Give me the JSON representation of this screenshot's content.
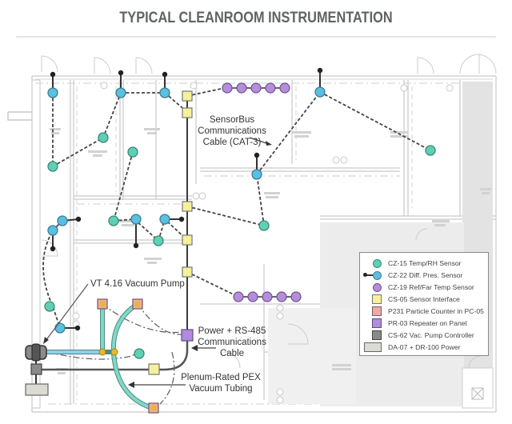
{
  "title": "TYPICAL CLEANROOM INSTRUMENTATION",
  "callouts": {
    "sensorbus": [
      "SensorBus",
      "Communications",
      "Cable (CAT-3)"
    ],
    "vacuum_pump": "VT 4.16 Vacuum Pump",
    "power_rs485": [
      "Power + RS-485",
      "Communications",
      "Cable"
    ],
    "pex": [
      "Plenum-Rated PEX",
      "Vacuum Tubing"
    ]
  },
  "legend": {
    "items": [
      {
        "id": "cz15",
        "label": "CZ-15 Temp/RH Sensor",
        "symbol": "circle",
        "color": "#5fd0b5"
      },
      {
        "id": "cz22",
        "label": "CZ-22 Diff. Pres. Sensor",
        "symbol": "circle-probe",
        "color": "#5bbfe0"
      },
      {
        "id": "cz19",
        "label": "CZ-19 Ref/Far Temp Sensor",
        "symbol": "circle",
        "color": "#b48fd8"
      },
      {
        "id": "cs05",
        "label": "CS-05 Sensor Interface",
        "symbol": "square",
        "color": "#f7f09a"
      },
      {
        "id": "p231",
        "label": "P231 Particle Counter in PC-05",
        "symbol": "square",
        "color": "#ebaaa8"
      },
      {
        "id": "pr03",
        "label": "PR-03 Repeater on Panel",
        "symbol": "square",
        "color": "#b18be0"
      },
      {
        "id": "cs62",
        "label": "CS-62 Vac. Pump Controller",
        "symbol": "square",
        "color": "#8a8a86"
      },
      {
        "id": "da07",
        "label": "DA-07 + DR-100 Power",
        "symbol": "rect",
        "color": "#dcdbd2"
      }
    ]
  },
  "colors": {
    "temp_rh": "#5fd0b5",
    "diff_pres": "#5bbfe0",
    "ref_temp": "#b48fd8",
    "interface": "#f7f09a",
    "particle": "#ebaaa8",
    "repeater": "#b18be0",
    "pump_ctrl": "#8a8a86",
    "power": "#dcdbd2",
    "vac_tube_blue": "#7ccbe6",
    "vac_tube_teal": "#6fcfc0",
    "bus_line": "#333333",
    "wall": "#c8c8c8"
  }
}
